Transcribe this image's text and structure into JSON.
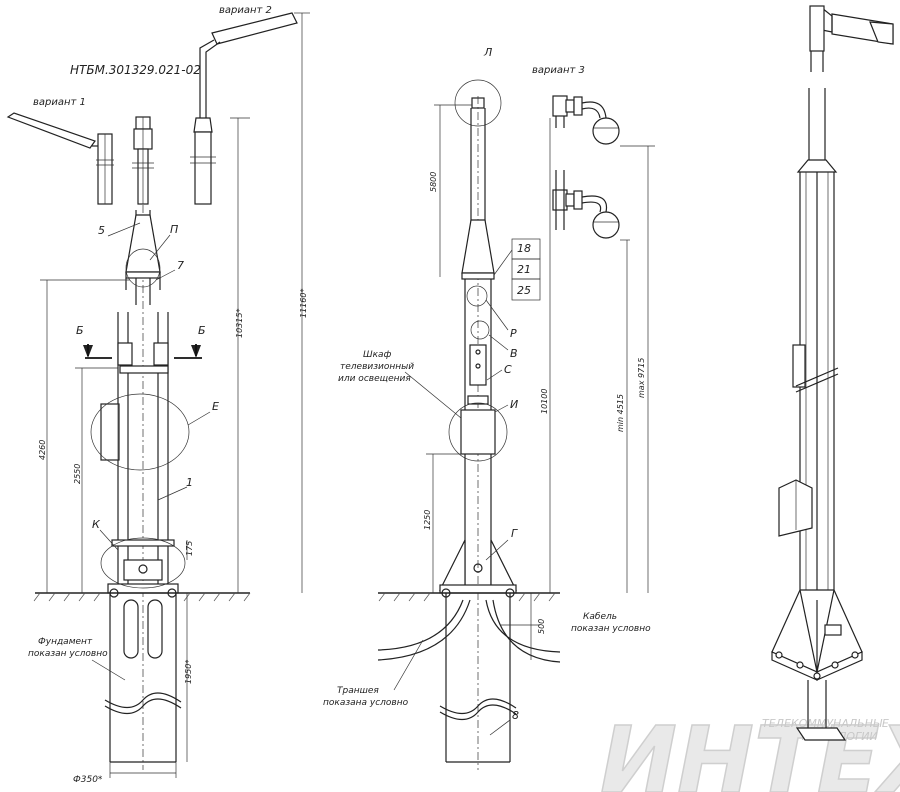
{
  "drawing": {
    "code": "НТБМ.301329.021-02",
    "variants": {
      "v1": "вариант 1",
      "v2": "вариант 2",
      "v3": "вариант 3"
    },
    "markers": {
      "five": "5",
      "p": "П",
      "seven": "7",
      "b_left": "Б",
      "b_right": "Б",
      "e": "Е",
      "one": "1",
      "k": "К",
      "l": "Л",
      "n18": "18",
      "n21": "21",
      "n25": "25",
      "r": "Р",
      "v": "В",
      "s": "С",
      "i": "И",
      "g": "Г",
      "n8": "8"
    },
    "dimensions": {
      "d10315": "10315*",
      "d11160": "11160*",
      "d4260": "4260",
      "d2550": "2550",
      "d175": "175",
      "d1950": "1950*",
      "d350": "Ф350*",
      "d5800": "5800",
      "d10100": "10100",
      "d1250": "1250",
      "d500": "500",
      "dmin": "min 4515",
      "dmax": "max 9715"
    },
    "labels": {
      "cabinet_1": "Шкаф",
      "cabinet_2": "телевизионный",
      "cabinet_3": "или освещения",
      "foundation_1": "Фундамент",
      "foundation_2": "показан условно",
      "trench_1": "Траншея",
      "trench_2": "показана условно",
      "cable_1": "Кабель",
      "cable_2": "показан условно"
    },
    "logo": {
      "main": "ИНТЕХ",
      "tag_1": "ТЕЛЕКОММУНАЛЬНЫЕ",
      "tag_2": "ТЕХНОЛОГИИ"
    }
  }
}
